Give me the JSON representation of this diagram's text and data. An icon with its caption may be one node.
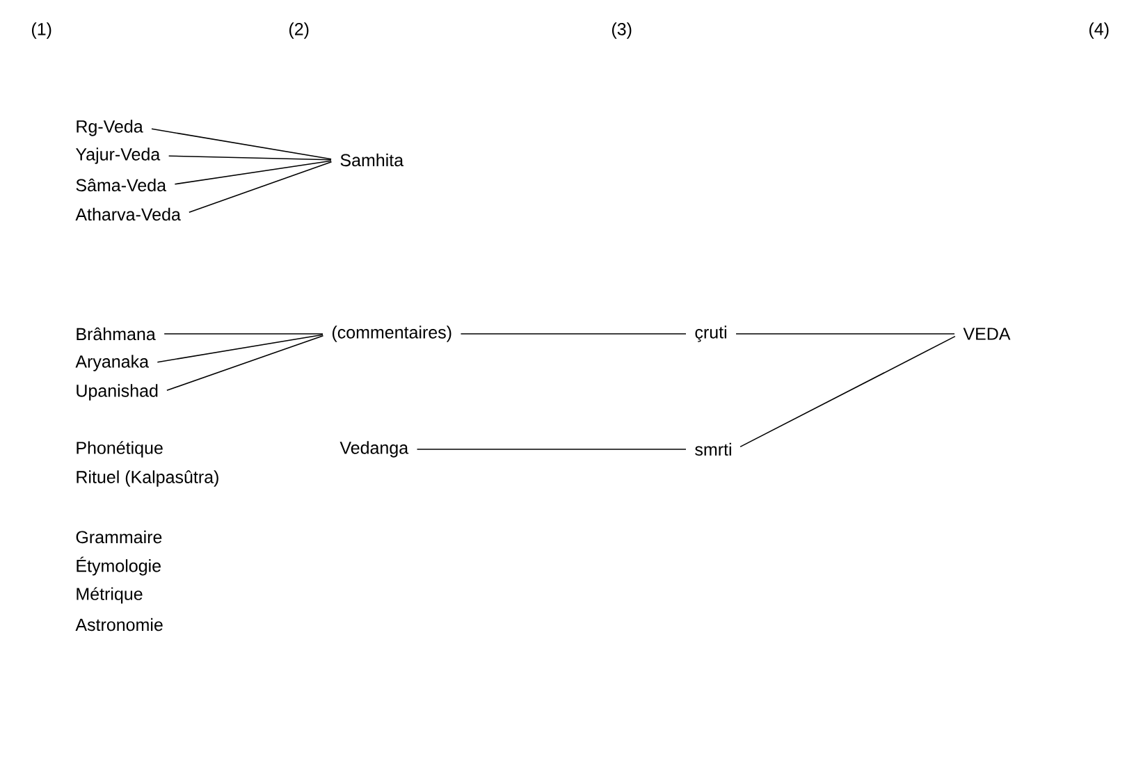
{
  "diagram": {
    "nodes": [
      {
        "text": [
          "Rg-Veda"
        ]
      },
      {
        "text": [
          "Yajur-Veda"
        ]
      },
      {
        "text": [
          "Sâma-Veda"
        ]
      },
      {
        "text": [
          "Atharva-Veda"
        ]
      },
      {
        "text": [
          "Samhita"
        ]
      },
      {
        "text": [
          "Brâhmana"
        ]
      },
      {
        "text": [
          "Aryanaka"
        ]
      },
      {
        "text": [
          "Upanishad"
        ]
      },
      {
        "text": [
          "(commentaires)"
        ]
      },
      {
        "text": [
          "çruti"
        ]
      },
      {
        "text": [
          "VEDA"
        ]
      },
      {
        "text": [
          "Vedanga"
        ]
      },
      {
        "text": [
          "smrti"
        ]
      }
    ],
    "edges": [
      {
        "from": 0,
        "to": 4,
        "arrow": "none"
      },
      {
        "from": 1,
        "to": 4,
        "arrow": "none"
      },
      {
        "from": 2,
        "to": 4,
        "arrow": "none"
      },
      {
        "from": 3,
        "to": 4,
        "arrow": "none"
      },
      {
        "from": 5,
        "to": 8,
        "arrow": "none"
      },
      {
        "from": 6,
        "to": 8,
        "arrow": "none"
      },
      {
        "from": 7,
        "to": 8,
        "arrow": "none"
      },
      {
        "from": 8,
        "to": 9,
        "arrow": "none"
      },
      {
        "from": 9,
        "to": 10,
        "arrow": "none"
      },
      {
        "from": 12,
        "to": 10,
        "arrow": "none"
      },
      {
        "from": 11,
        "to": 12,
        "arrow": "none"
      }
    ],
    "labels": [
      "(1)",
      "(2)",
      "(3)",
      "(4)",
      "Phonétique",
      "Rituel (Kalpasûtra)",
      "Grammaire",
      "Étymologie",
      "Métrique",
      "Astronomie"
    ]
  }
}
